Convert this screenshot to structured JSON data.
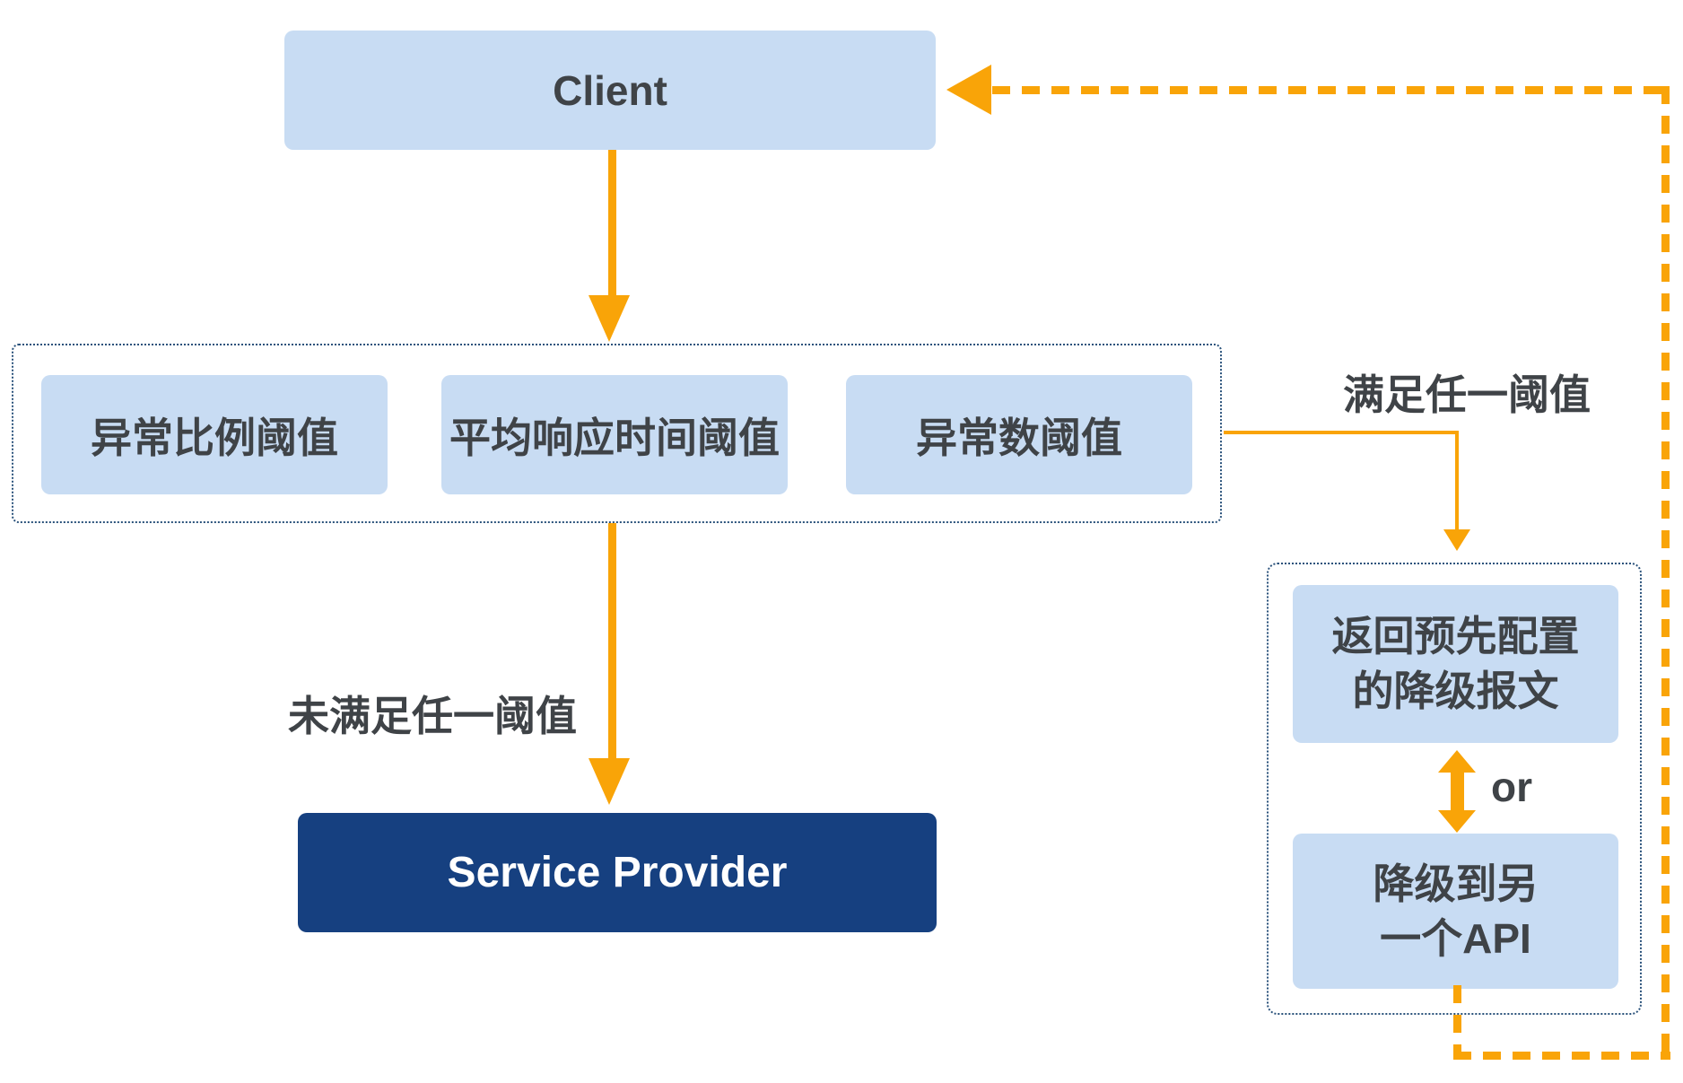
{
  "colors": {
    "accent_orange": "#F9A408",
    "node_blue": "#C8DCF3",
    "node_navy": "#164080",
    "dotted_border_blue": "#2A527B",
    "text_dark": "#3F4347",
    "text_on_navy": "#FFFFFF"
  },
  "client": {
    "label": "Client"
  },
  "thresholds": {
    "box1": "异常比例阈值",
    "box2": "平均响应时间阈值",
    "box3": "异常数阈值"
  },
  "labels": {
    "meet_any": "满足任一阈值",
    "not_meet_any": "未满足任一阈值",
    "or": "or"
  },
  "service_provider": {
    "label": "Service Provider"
  },
  "fallback": {
    "opt1_line1": "返回预先配置",
    "opt1_line2": "的降级报文",
    "opt2_line1": "降级到另",
    "opt2_line2": "一个API"
  }
}
